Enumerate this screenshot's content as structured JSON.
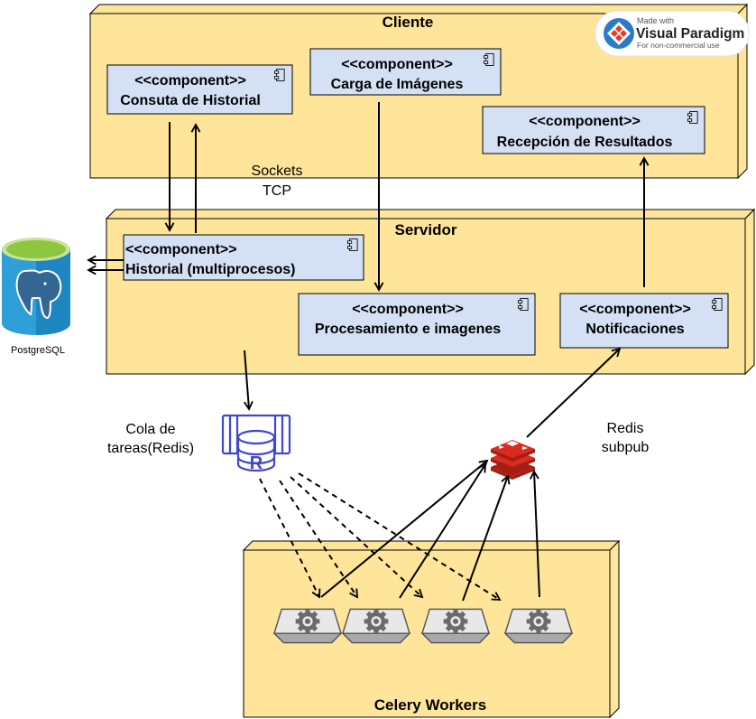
{
  "nodes": {
    "cliente": "Cliente",
    "servidor": "Servidor",
    "workers": "Celery Workers"
  },
  "components": {
    "stereotype": "<<component>>",
    "consulta": "Consuta de Historial",
    "carga": "Carga de Imágenes",
    "recepcion": "Recepción de Resultados",
    "historial": "Historial (multiprocesos)",
    "procesamiento": "Procesamiento e imagenes",
    "notificaciones": "Notificaciones"
  },
  "labels": {
    "sockets_line1": "Sockets",
    "sockets_line2": "TCP",
    "cola_line1": "Cola de",
    "cola_line2": "tareas(Redis)",
    "redis_line1": "Redis",
    "redis_line2": "subpub",
    "postgres": "PostgreSQL"
  },
  "badge": {
    "made_with": "Made with",
    "brand": "Visual Paradigm",
    "note": "For non-commercial use"
  },
  "colors": {
    "node_fill": "#FFE599",
    "component_fill": "#D4E1F5",
    "redis_red": "#D82C20",
    "queue_blue": "#3F48CC",
    "postgres_blue": "#336791",
    "postgres_green": "#8DC63F"
  }
}
